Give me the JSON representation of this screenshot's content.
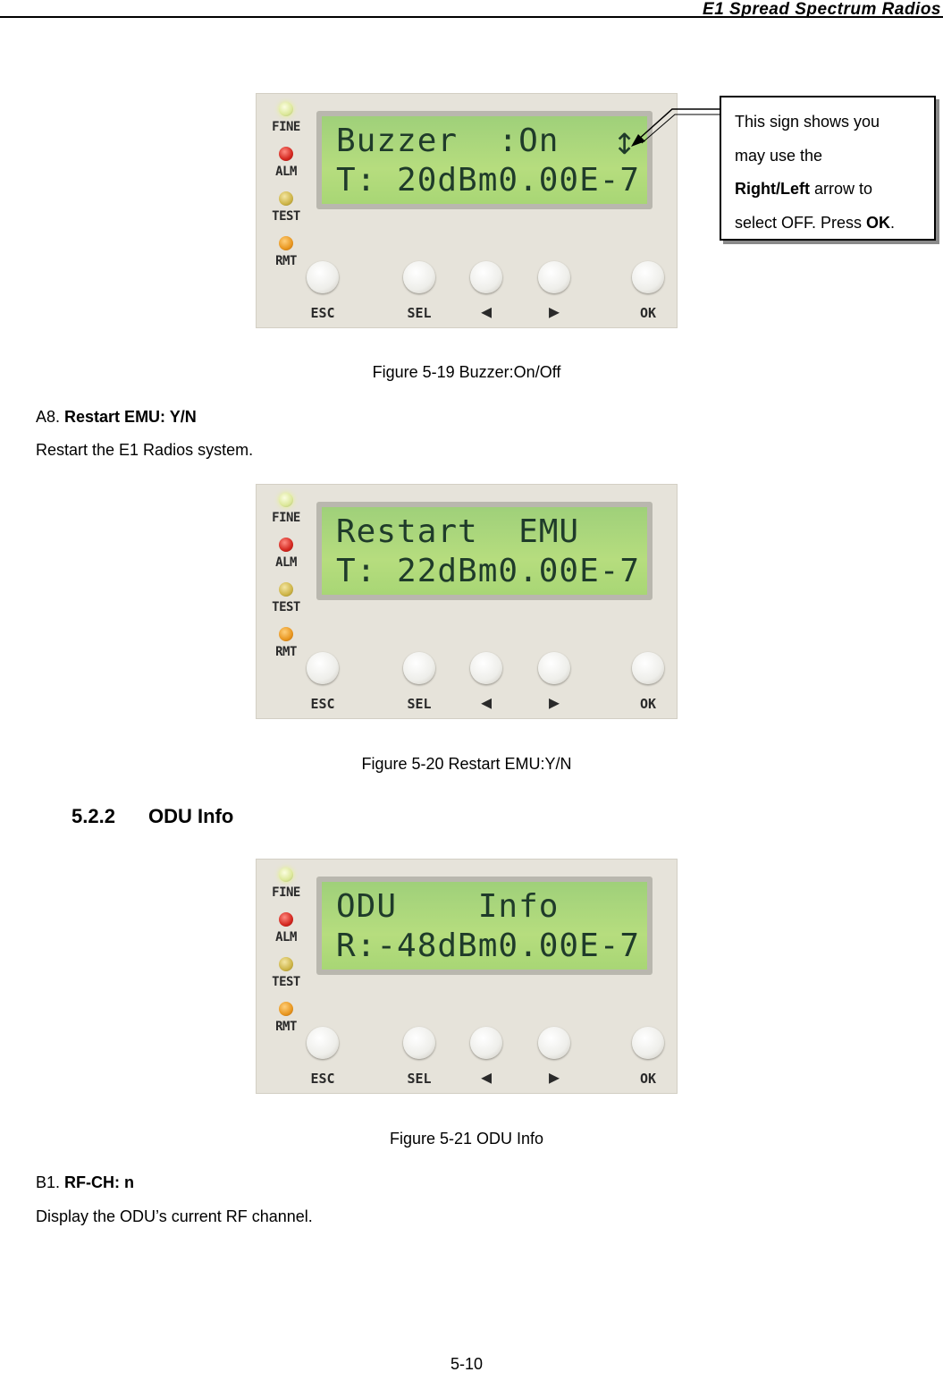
{
  "header": {
    "title": "E1  Spread  Spectrum  Radios"
  },
  "device_labels": {
    "leds": [
      "FINE",
      "ALM",
      "TEST",
      "RMT"
    ],
    "buttons": [
      "ESC",
      "SEL",
      "◀",
      "▶",
      "OK"
    ]
  },
  "figures": [
    {
      "lcd_line1": "Buzzer  :On",
      "lcd_line2": "T: 20dBm0.00E-7",
      "scroll_sign": "↕",
      "caption": "Figure 5-19 Buzzer:On/Off"
    },
    {
      "lcd_line1": "Restart  EMU",
      "lcd_line2": "T: 22dBm0.00E-7",
      "caption": "Figure 5-20 Restart EMU:Y/N"
    },
    {
      "lcd_line1": "ODU    Info",
      "lcd_line2": "R:-48dBm0.00E-7",
      "caption": "Figure 5-21 ODU Info"
    }
  ],
  "callout": {
    "line1": "This sign shows you",
    "line2": "may use the",
    "bold_right_left": "Right/Left",
    "line3_rest": " arrow to",
    "line4_prefix": "select OFF. Press ",
    "bold_ok": "OK",
    "line4_suffix": "."
  },
  "item_a8": {
    "prefix": "A8. ",
    "title": "Restart EMU: Y/N",
    "desc": "Restart the E1 Radios system."
  },
  "section": {
    "number": "5.2.2",
    "title": "ODU Info"
  },
  "item_b1": {
    "prefix": "B1. ",
    "title": "RF-CH: n",
    "desc": "Display the ODU’s current RF channel."
  },
  "page_number": "5-10"
}
